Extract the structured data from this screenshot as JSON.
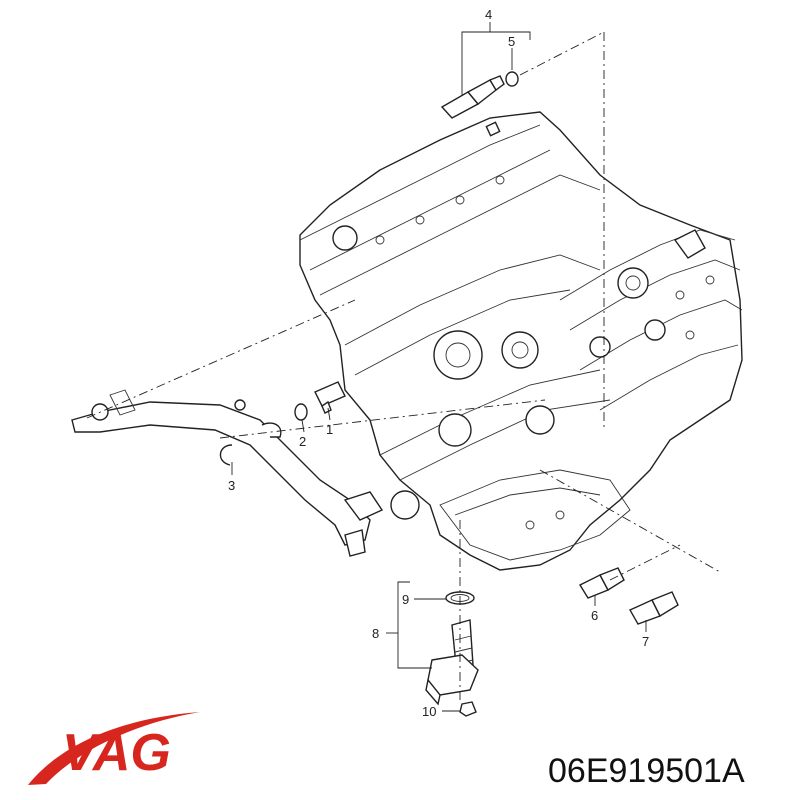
{
  "labels": {
    "l1": "1",
    "l2": "2",
    "l3": "3",
    "l4": "4",
    "l5": "5",
    "l6": "6",
    "l7": "7",
    "l8": "8",
    "l9": "9",
    "l10": "10"
  },
  "brand": {
    "name": "VAG",
    "color": "#d7261e"
  },
  "part_number": "06E919501A"
}
